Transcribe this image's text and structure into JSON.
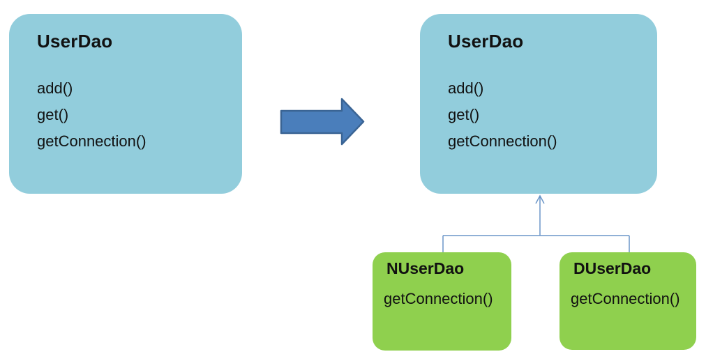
{
  "before_class": {
    "title": "UserDao",
    "methods": [
      "add()",
      "get()",
      "getConnection()"
    ]
  },
  "after_class": {
    "title": "UserDao",
    "methods": [
      "add()",
      "get()",
      "getConnection()"
    ]
  },
  "subclasses": [
    {
      "title": "NUserDao",
      "methods": [
        "getConnection()"
      ]
    },
    {
      "title": "DUserDao",
      "methods": [
        "getConnection()"
      ]
    }
  ],
  "icons": {
    "transform_arrow": "right-block-arrow",
    "inheritance_connector": "up-open-arrowhead-tree"
  },
  "colors": {
    "page_bg": "#ffffff",
    "class_box": "#92CDDC",
    "subclass_box": "#8FD04E",
    "arrow_fill": "#4A7EBB",
    "arrow_border": "#3A6494",
    "connector": "#6B96C8",
    "text": "#111111"
  }
}
